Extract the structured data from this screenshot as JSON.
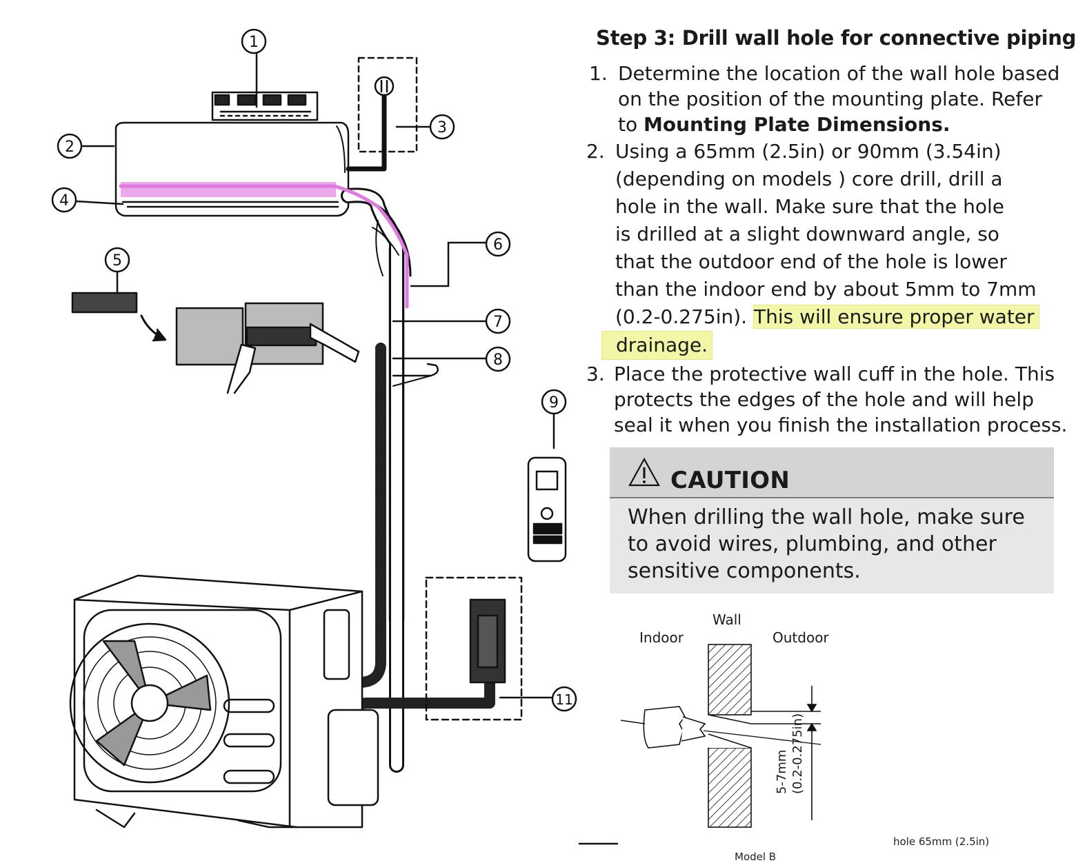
{
  "callouts": [
    "1",
    "2",
    "3",
    "4",
    "5",
    "6",
    "7",
    "8",
    "9",
    "11"
  ],
  "colors": {
    "highlight": "#f2f7a8",
    "caution_bg": "#e6e7e8",
    "caution_header": "#d3d4d5",
    "pipe_marker": "#e079e0"
  },
  "section": {
    "title": "Step 3: Drill wall hole for connective piping",
    "steps": [
      {
        "num": "1.",
        "lines": [
          "Determine the location of the wall hole based",
          "on the position of the mounting plate. Refer"
        ],
        "last_prefix": "to ",
        "last_bold": "Mounting Plate Dimensions."
      },
      {
        "num": "2.",
        "lines": [
          "Using a 65mm (2.5in) or 90mm (3.54in)",
          "(depending on models ) core drill, drill a",
          "hole in the wall. Make sure that the hole",
          "is drilled at a slight downward angle, so",
          "that the outdoor end of the hole is lower",
          "than the indoor end by about 5mm to 7mm"
        ],
        "last_prefix": "(0.2-0.275in). ",
        "highlight_a": "This will ensure proper water",
        "highlight_b": "drainage."
      },
      {
        "num": "3.",
        "lines": [
          "Place the protective wall cuff in the hole. This",
          "protects the edges of the hole and will help",
          "seal it when you finish the installation process."
        ]
      }
    ]
  },
  "caution": {
    "icon": "warning-triangle-icon",
    "label": "CAUTION",
    "text": "When drilling the wall hole, make sure to avoid wires, plumbing, and other sensitive components."
  },
  "wall_diagram": {
    "wall": "Wall",
    "indoor": "Indoor",
    "outdoor": "Outdoor",
    "drop_mm": "5-7mm",
    "drop_in": "(0.2-0.275in)"
  },
  "cut_off": {
    "bottom_right": "hole 65mm (2.5in)",
    "bottom_center": "Model B"
  }
}
